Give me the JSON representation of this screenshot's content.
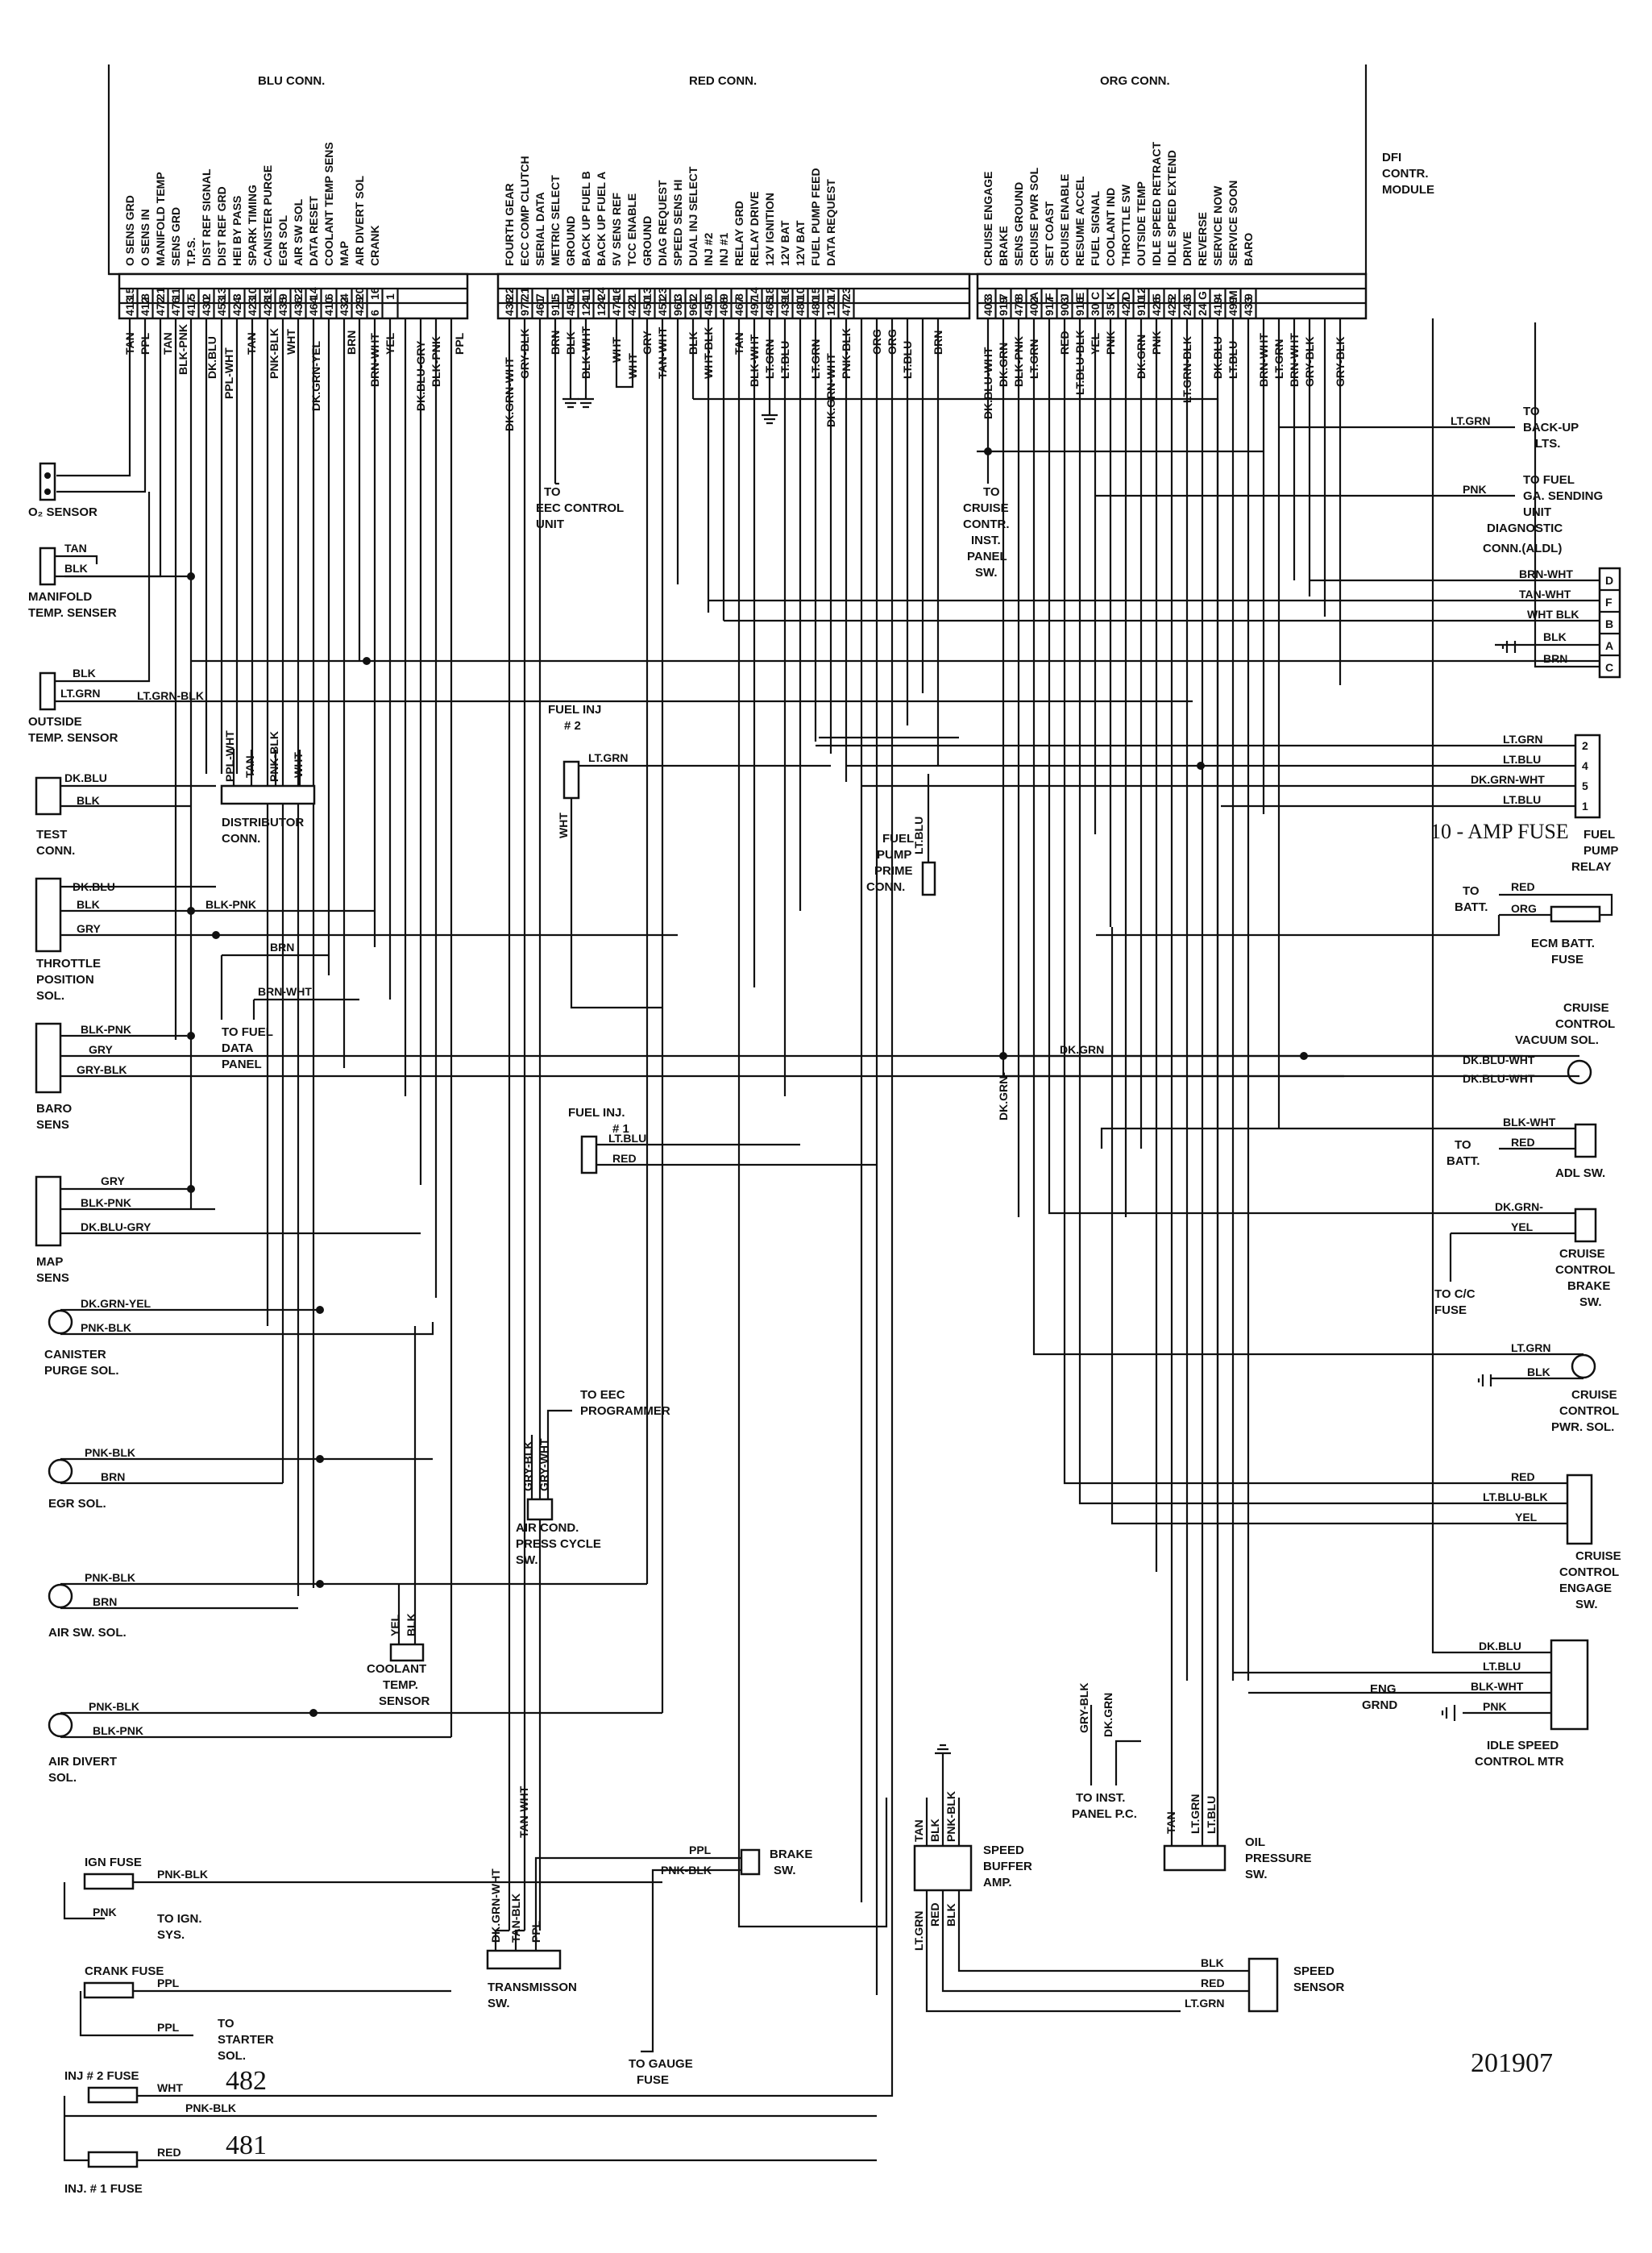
{
  "figure_id": "201907",
  "module": {
    "title_lines": [
      "DFI",
      "CONTR.",
      "MODULE"
    ]
  },
  "connectors": [
    {
      "name": "BLU CONN.",
      "pins": [
        {
          "signal": "O SENS GRD",
          "pin": "15",
          "wire": "413",
          "color": "TAN"
        },
        {
          "signal": "O SENS IN",
          "pin": "8",
          "wire": "412",
          "color": "PPL"
        },
        {
          "signal": "MANIFOLD TEMP",
          "pin": "21",
          "wire": "472",
          "color": "TAN"
        },
        {
          "signal": "SENS GRD",
          "pin": "11",
          "wire": "476",
          "color": "BLK-PNK"
        },
        {
          "signal": "T.P.S.",
          "pin": "5",
          "wire": "417",
          "color": "DK.BLU"
        },
        {
          "signal": "DIST REF SIGNAL",
          "pin": "2",
          "wire": "430",
          "color": "PPL-WHT"
        },
        {
          "signal": "DIST REF GRD",
          "pin": "13",
          "wire": "453",
          "color": "TAN"
        },
        {
          "signal": "HEI BY PASS",
          "pin": "3",
          "wire": "424",
          "color": "PNK-BLK"
        },
        {
          "signal": "SPARK TIMING",
          "pin": "10",
          "wire": "423",
          "color": "WHT"
        },
        {
          "signal": "CANISTER PURGE",
          "pin": "19",
          "wire": "428",
          "color": "DK.GRN-YEL"
        },
        {
          "signal": "EGR SOL",
          "pin": "9",
          "wire": "435",
          "color": "BRN"
        },
        {
          "signal": "AIR SW SOL",
          "pin": "22",
          "wire": "436",
          "color": "BRN"
        },
        {
          "signal": "DATA RESET",
          "pin": "14",
          "wire": "464",
          "color": "BRN-WHT"
        },
        {
          "signal": "COOLANT TEMP SENS",
          "pin": "6",
          "wire": "410",
          "color": "YEL"
        },
        {
          "signal": "MAP",
          "pin": "4",
          "wire": "432",
          "color": "DK.BLU-GRY"
        },
        {
          "signal": "AIR DIVERT SOL",
          "pin": "20",
          "wire": "429",
          "color": "BLK-PNK"
        },
        {
          "signal": "CRANK",
          "pin": "16",
          "wire": "6",
          "color": "PPL"
        },
        {
          "signal": "",
          "pin": "1",
          "wire": "",
          "color": ""
        }
      ]
    },
    {
      "name": "RED CONN.",
      "pins": [
        {
          "signal": "FOURTH GEAR",
          "pin": "22",
          "wire": "438",
          "color": "DK.GRN-WHT"
        },
        {
          "signal": "ECC COMP CLUTCH",
          "pin": "21",
          "wire": "977",
          "color": "GRY-BLK"
        },
        {
          "signal": "SERIAL DATA",
          "pin": "7",
          "wire": "461",
          "color": "BRN"
        },
        {
          "signal": "METRIC SELECT",
          "pin": "5",
          "wire": "911",
          "color": "BLK"
        },
        {
          "signal": "GROUND",
          "pin": "12",
          "wire": "450",
          "color": "BLK-WHT"
        },
        {
          "signal": "BACK UP FUEL B",
          "pin": "11",
          "wire": "124",
          "color": "WHT"
        },
        {
          "signal": "BACK UP FUEL A",
          "pin": "24",
          "wire": "124",
          "color": "WHT"
        },
        {
          "signal": "5V SENS REF",
          "pin": "16",
          "wire": "474",
          "color": "GRY"
        },
        {
          "signal": "TCC ENABLE",
          "pin": "1",
          "wire": "422",
          "color": "TAN-WHT"
        },
        {
          "signal": "GROUND",
          "pin": "13",
          "wire": "450",
          "color": "BLK"
        },
        {
          "signal": "DIAG REQUEST",
          "pin": "23",
          "wire": "451",
          "color": "WHT-BLK"
        },
        {
          "signal": "SPEED SENS HI",
          "pin": "3",
          "wire": "961",
          "color": "TAN"
        },
        {
          "signal": "DUAL INJ SELECT",
          "pin": "2",
          "wire": "961",
          "color": "BLK-WHT"
        },
        {
          "signal": "INJ #2",
          "pin": "6",
          "wire": "450",
          "color": "LT.GRN"
        },
        {
          "signal": "INJ #1",
          "pin": "9",
          "wire": "468",
          "color": "LT.BLU"
        },
        {
          "signal": "RELAY GRD",
          "pin": "8",
          "wire": "467",
          "color": "LT.GRN"
        },
        {
          "signal": "RELAY DRIVE",
          "pin": "14",
          "wire": "497",
          "color": "DK.GRN-WHT"
        },
        {
          "signal": "12V IGNITION",
          "pin": "18",
          "wire": "465",
          "color": "PNK-BLK"
        },
        {
          "signal": "12V BAT",
          "pin": "16",
          "wire": "439",
          "color": "ORG"
        },
        {
          "signal": "12V BAT",
          "pin": "10",
          "wire": "480",
          "color": "ORG"
        },
        {
          "signal": "FUEL PUMP FEED",
          "pin": "15",
          "wire": "480",
          "color": "LT.BLU"
        },
        {
          "signal": "DATA REQUEST",
          "pin": "17",
          "wire": "120",
          "color": "BRN"
        },
        {
          "signal": "",
          "pin": "23",
          "wire": "477",
          "color": ""
        }
      ]
    },
    {
      "name": "ORG CONN.",
      "pins": [
        {
          "signal": "CRUISE ENGAGE",
          "pin": "3",
          "wire": "403",
          "color": "DK.BLU-WHT"
        },
        {
          "signal": "BRAKE",
          "pin": "7",
          "wire": "919",
          "color": "DK.GRN"
        },
        {
          "signal": "SENS GROUND",
          "pin": "8",
          "wire": "476",
          "color": "BLK-PNK"
        },
        {
          "signal": "CRUISE PWR SOL",
          "pin": "A",
          "wire": "402",
          "color": "LT.GRN"
        },
        {
          "signal": "SET COAST",
          "pin": "F",
          "wire": "917",
          "color": "RED"
        },
        {
          "signal": "CRUISE ENABLE",
          "pin": "J",
          "wire": "903",
          "color": "LT.BLU-BLK"
        },
        {
          "signal": "RESUME ACCEL",
          "pin": "E",
          "wire": "916",
          "color": "YEL"
        },
        {
          "signal": "FUEL SIGNAL",
          "pin": "C",
          "wire": "30",
          "color": "PNK"
        },
        {
          "signal": "COOLANT IND",
          "pin": "K",
          "wire": "35",
          "color": "DK.GRN"
        },
        {
          "signal": "THROTTLE SW",
          "pin": "D",
          "wire": "427",
          "color": "PNK"
        },
        {
          "signal": "OUTSIDE TEMP",
          "pin": "12",
          "wire": "910",
          "color": "LT.GRN-BLK"
        },
        {
          "signal": "IDLE SPEED RETRACT",
          "pin": "5",
          "wire": "426",
          "color": "DK.BLU"
        },
        {
          "signal": "IDLE SPEED EXTEND",
          "pin": "2",
          "wire": "425",
          "color": "LT.BLU"
        },
        {
          "signal": "DRIVE",
          "pin": "6",
          "wire": "243",
          "color": "BRN-WHT"
        },
        {
          "signal": "REVERSE",
          "pin": "G",
          "wire": "24",
          "color": "LT.GRN"
        },
        {
          "signal": "SERVICE NOW",
          "pin": "4",
          "wire": "419",
          "color": "BRN-WHT"
        },
        {
          "signal": "SERVICE SOON",
          "pin": "M",
          "wire": "499",
          "color": "GRY-BLK"
        },
        {
          "signal": "BARO",
          "pin": "9",
          "wire": "433",
          "color": "GRY-BLK"
        }
      ]
    }
  ],
  "components": {
    "o2_sensor": "O₂ SENSOR",
    "manifold_temp": [
      "MANIFOLD",
      "TEMP. SENSER"
    ],
    "outside_temp": [
      "OUTSIDE",
      "TEMP. SENSOR"
    ],
    "test_conn": [
      "TEST",
      "CONN."
    ],
    "distributor": [
      "DISTRIBUTOR",
      "CONN."
    ],
    "throttle_pos": [
      "THROTTLE",
      "POSITION",
      "SOL."
    ],
    "fuel_data": [
      "TO FUEL",
      "DATA",
      "PANEL"
    ],
    "baro": [
      "BARO",
      "SENS"
    ],
    "map": [
      "MAP",
      "SENS"
    ],
    "canister": [
      "CANISTER",
      "PURGE SOL."
    ],
    "egr": "EGR SOL.",
    "air_sw": "AIR SW. SOL.",
    "air_divert": [
      "AIR DIVERT",
      "SOL."
    ],
    "ign_fuse": "IGN FUSE",
    "to_ign": [
      "TO IGN.",
      "SYS."
    ],
    "crank_fuse": "CRANK FUSE",
    "to_starter": [
      "TO",
      "STARTER",
      "SOL."
    ],
    "inj2_fuse": "INJ # 2 FUSE",
    "inj1_fuse": "INJ. # 1 FUSE",
    "num_482": "482",
    "num_481": "481",
    "eec_control": [
      "TO",
      "EEC CONTROL",
      "UNIT"
    ],
    "fuel_inj2": [
      "FUEL INJ",
      "# 2"
    ],
    "fuel_inj1": [
      "FUEL INJ.",
      "# 1"
    ],
    "eec_programmer": [
      "TO EEC",
      "PROGRAMMER"
    ],
    "ac_press": [
      "AIR COND.",
      "PRESS CYCLE",
      "SW."
    ],
    "coolant_sensor": [
      "COOLANT",
      "TEMP.",
      "SENSOR"
    ],
    "transmission": [
      "TRANSMISSON",
      "SW."
    ],
    "brake_sw": [
      "BRAKE",
      "SW."
    ],
    "gauge_fuse": [
      "TO GAUGE",
      "FUSE"
    ],
    "speed_buffer": [
      "SPEED",
      "BUFFER",
      "AMP."
    ],
    "speed_sensor": [
      "SPEED",
      "SENSOR"
    ],
    "inst_panel": [
      "TO  INST.",
      "PANEL P.C."
    ],
    "oil_pressure": [
      "OIL",
      "PRESSURE",
      "SW."
    ],
    "fuel_prime": [
      "FUEL",
      "PUMP",
      "PRIME",
      "CONN."
    ],
    "cruise_panel": [
      "TO",
      "CRUISE",
      "CONTR.",
      "INST.",
      "PANEL",
      "SW."
    ],
    "backup_lts": [
      "TO",
      "BACK-UP",
      "LTS."
    ],
    "fuel_gauge": [
      "TO FUEL",
      "GA. SENDING",
      "UNIT"
    ],
    "aldl": [
      "DIAGNOSTIC",
      "CONN.(ALDL)"
    ],
    "fuel_pump_relay": [
      "FUEL",
      "PUMP",
      "RELAY"
    ],
    "amp_fuse": "10 - AMP FUSE",
    "ecm_batt": [
      "ECM BATT.",
      "FUSE"
    ],
    "to_batt": [
      "TO",
      "BATT."
    ],
    "cruise_vac": [
      "CRUISE",
      "CONTROL",
      "VACUUM SOL."
    ],
    "adl": "ADL SW.",
    "cc_brake": [
      "CRUISE",
      "CONTROL",
      "BRAKE",
      "SW."
    ],
    "cc_fuse": [
      "TO C/C",
      "FUSE"
    ],
    "cc_pwr": [
      "CRUISE",
      "CONTROL",
      "PWR. SOL."
    ],
    "cc_engage": [
      "CRUISE",
      "CONTROL",
      "ENGAGE",
      "SW."
    ],
    "idle_motor": [
      "IDLE SPEED",
      "CONTROL MTR"
    ],
    "eng_grnd": [
      "ENG",
      "GRND"
    ]
  },
  "wire_labels": {
    "tan": "TAN",
    "blk": "BLK",
    "ltgrn": "LT.GRN",
    "ltgrnblk": "LT.GRN-BLK",
    "dkblu": "DK.BLU",
    "gry": "GRY",
    "blkpnk": "BLK-PNK",
    "pnkblk": "PNK-BLK",
    "brn": "BRN",
    "brnwht": "BRN-WHT",
    "grybLk": "GRY-BLK",
    "dkblugry": "DK.BLU-GRY",
    "dkgrnyel": "DK.GRN-YEL",
    "ppl": "PPL",
    "pnk": "PNK",
    "red": "RED",
    "wht": "WHT",
    "ltblu": "LT.BLU",
    "yel": "YEL",
    "dkgrn": "DK.GRN",
    "dkgrnwht": "DK.GRN-WHT",
    "dkbluwht": "DK.BLU-WHT",
    "blkwht": "BLK-WHT",
    "tanwht": "TAN-WHT",
    "whtblk": "WHT BLK",
    "ltblublk": "LT.BLU-BLK",
    "org": "ORG",
    "pplwht": "PPL-WHT",
    "grywht": "GRY-WHT",
    "tanblk": "TAN-BLK",
    "dkgrndash": "DK.GRN-"
  },
  "aldl_pins": [
    "D",
    "F",
    "B",
    "A",
    "C"
  ],
  "relay_pins": [
    "2",
    "4",
    "5",
    "1"
  ]
}
